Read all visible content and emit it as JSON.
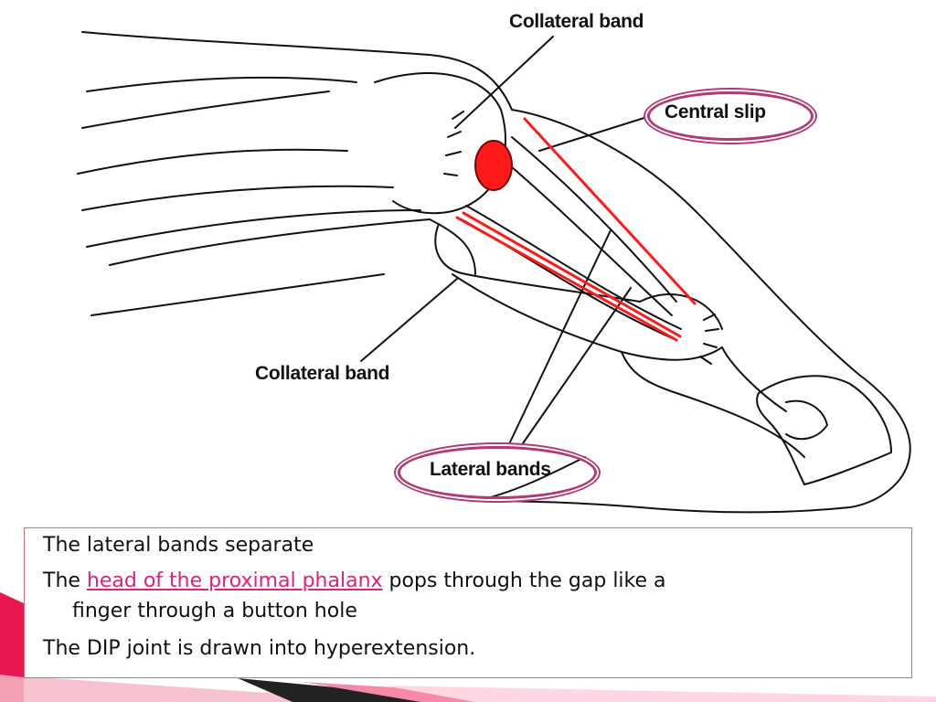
{
  "labels": {
    "collateral_band_top": "Collateral band",
    "central_slip": "Central slip",
    "collateral_band_bottom": "Collateral band",
    "lateral_bands": "Lateral bands"
  },
  "text": {
    "line1": "The lateral bands separate",
    "line2_pre": "The ",
    "line2_link": "head of the proximal phalanx",
    "line2_post": " pops through the gap like a",
    "line3": "finger through a button hole",
    "line4": "The DIP joint is drawn into hyperextension."
  },
  "colors": {
    "accent": "#e0207a",
    "oval_border": "#b13a74",
    "marker": "#ff1a1a",
    "textbox_border": "#d86a78"
  }
}
